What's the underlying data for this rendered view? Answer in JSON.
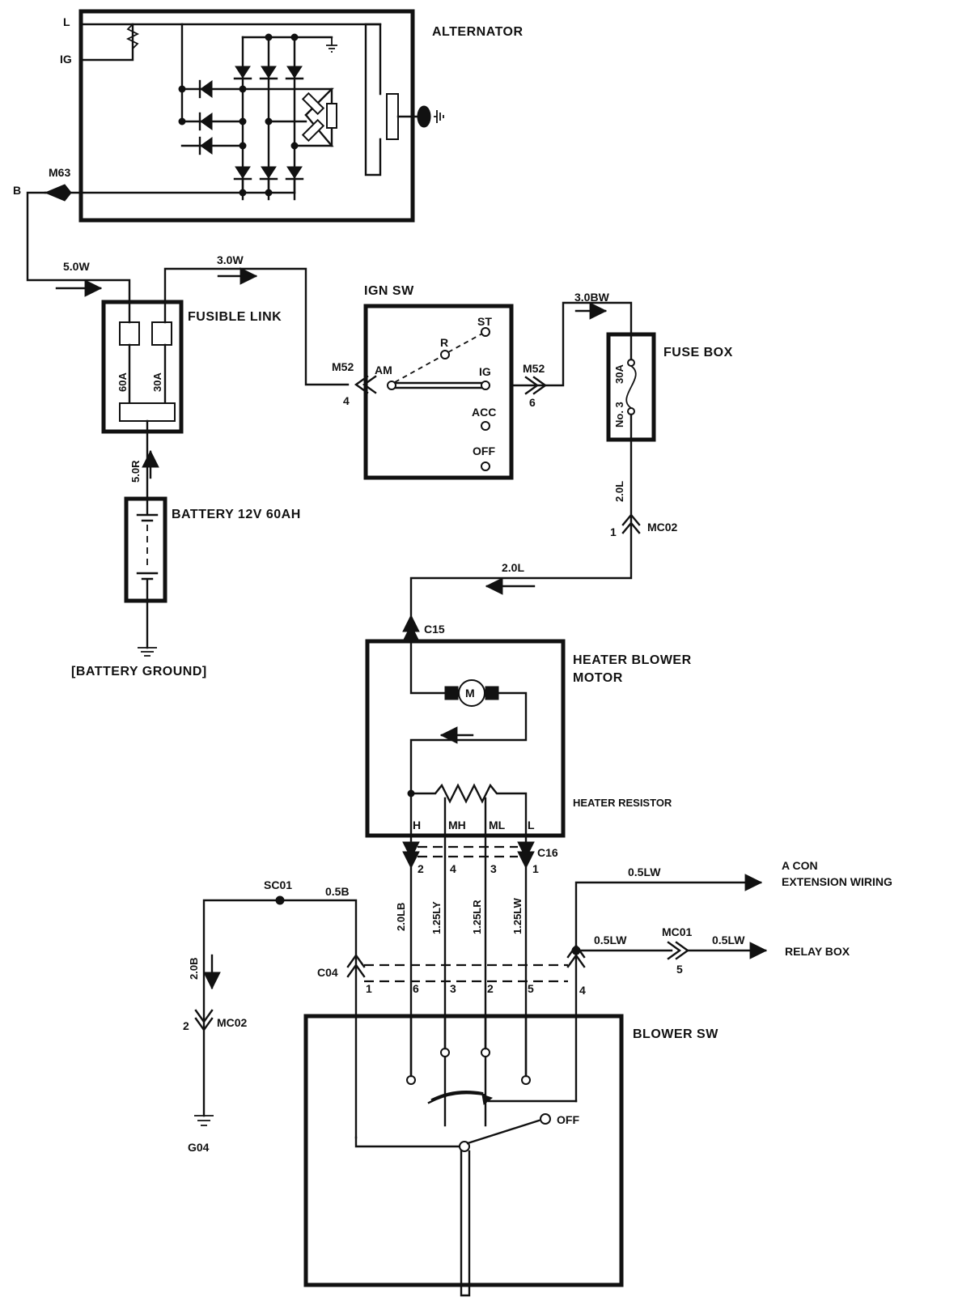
{
  "components": {
    "alternator": {
      "title": "ALTERNATOR",
      "terminal_l": "L",
      "terminal_ig": "IG",
      "terminal_b": "B",
      "connector": "M63"
    },
    "fusible_link": {
      "title": "FUSIBLE LINK",
      "fuse_1": "60A",
      "fuse_2": "30A"
    },
    "ign_sw": {
      "title": "IGN SW",
      "pos_st": "ST",
      "pos_r": "R",
      "pos_am": "AM",
      "pos_ig": "IG",
      "pos_acc": "ACC",
      "pos_off": "OFF"
    },
    "fuse_box": {
      "title": "FUSE BOX",
      "rating": "30A",
      "fuse_no": "No. 3"
    },
    "battery": {
      "title": "BATTERY 12V 60AH",
      "ground": "[BATTERY GROUND]"
    },
    "heater_blower_motor": {
      "title_line1": "HEATER BLOWER",
      "title_line2": "MOTOR",
      "motor": "M",
      "resistor": "HEATER RESISTOR",
      "tap_h": "H",
      "tap_mh": "MH",
      "tap_ml": "ML",
      "tap_l": "L"
    },
    "blower_sw": {
      "title": "BLOWER SW",
      "off": "OFF"
    }
  },
  "connectors": {
    "m52_left": "M52",
    "m52_left_pin": "4",
    "m52_right": "M52",
    "m52_right_pin": "6",
    "mc02_top": "MC02",
    "mc02_top_pin": "1",
    "c15": "C15",
    "c16": "C16",
    "c16_pins": [
      "2",
      "4",
      "3",
      "1"
    ],
    "c04": "C04",
    "c04_pins": [
      "1",
      "6",
      "3",
      "2",
      "5",
      "4"
    ],
    "mc01": "MC01",
    "mc01_pin": "5",
    "mc02_bottom": "MC02",
    "mc02_bottom_pin": "2",
    "sc01": "SC01",
    "g04": "G04"
  },
  "wires": {
    "w_alt_fusible": "5.0W",
    "w_fusible_ign": "3.0W",
    "w_battery": "5.0R",
    "w_ign_fuse": "3.0BW",
    "w_fuse_down": "2.0L",
    "w_to_motor": "2.0L",
    "w_h": "2.0LB",
    "w_mh": "1.25LY",
    "w_ml": "1.25LR",
    "w_l": "1.25LW",
    "w_sc01": "0.5B",
    "w_ground": "2.0B",
    "w_acon": "0.5LW",
    "w_relay_1": "0.5LW",
    "w_relay_2": "0.5LW"
  },
  "destinations": {
    "acon_line1": "A CON",
    "acon_line2": "EXTENSION WIRING",
    "relay_box": "RELAY BOX"
  }
}
